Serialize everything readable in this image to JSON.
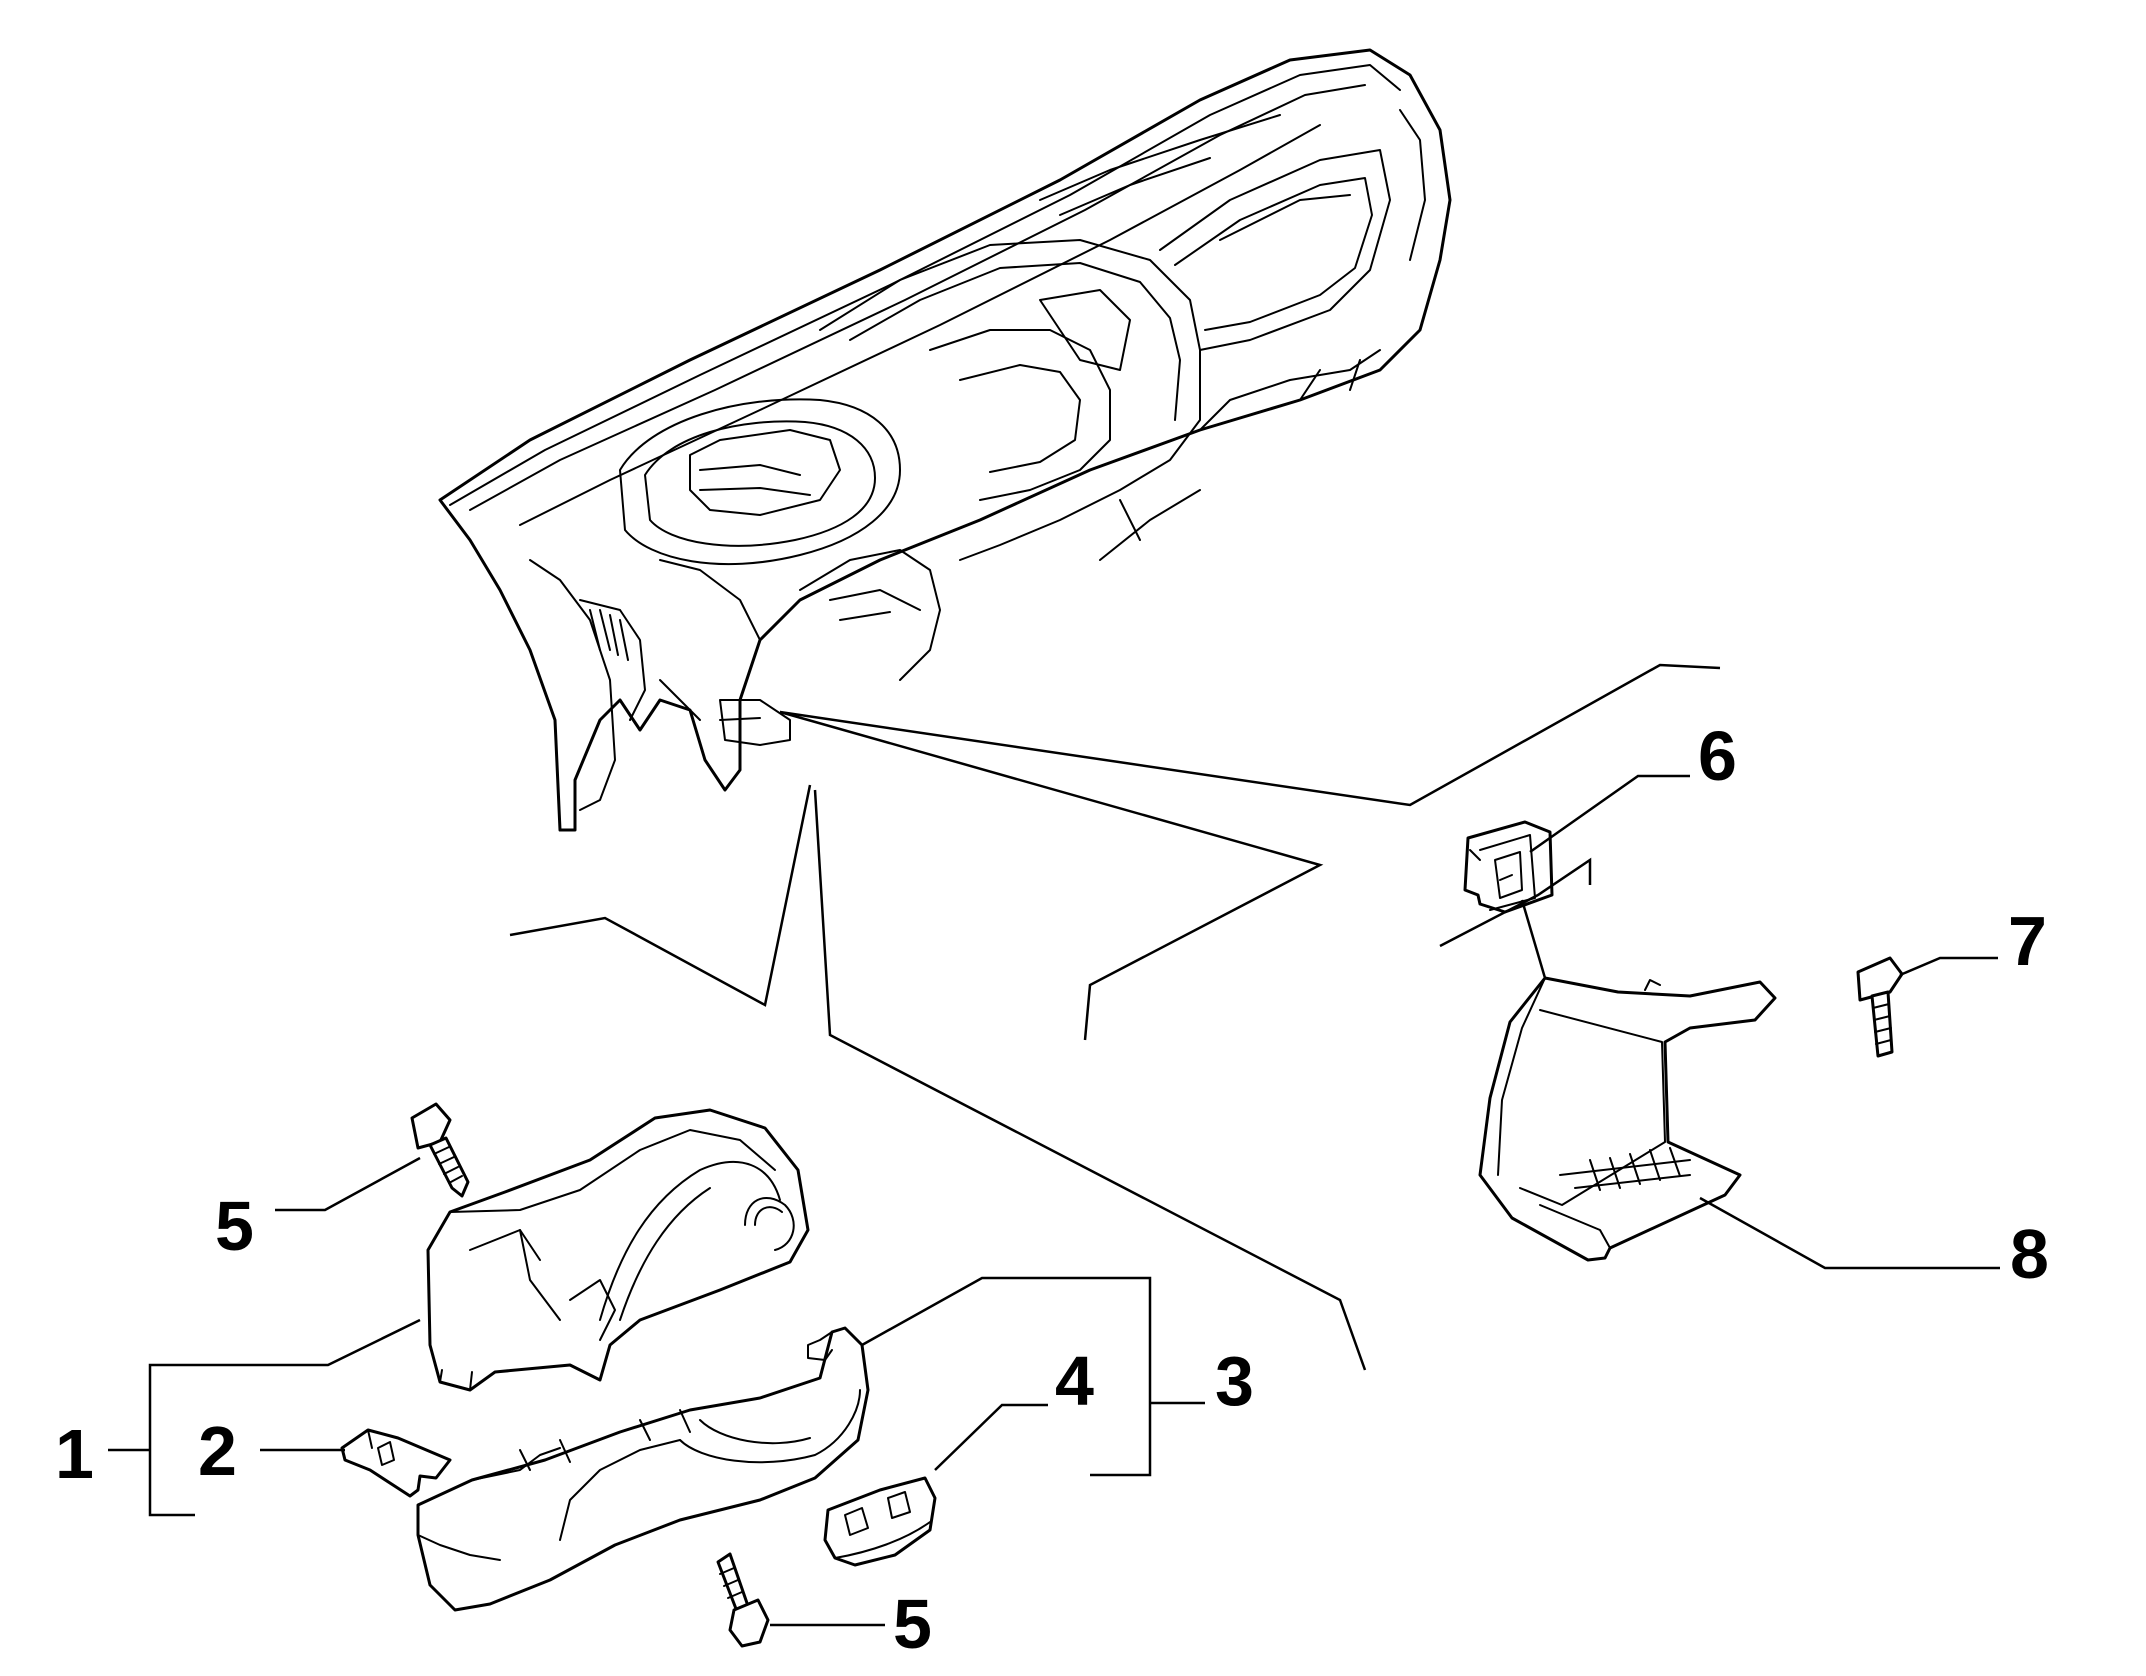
{
  "diagram": {
    "colors": {
      "line": "#000000",
      "background": "#ffffff"
    },
    "callouts": [
      {
        "id": "label-1",
        "text": "1"
      },
      {
        "id": "label-2",
        "text": "2"
      },
      {
        "id": "label-3",
        "text": "3"
      },
      {
        "id": "label-4",
        "text": "4"
      },
      {
        "id": "label-5-top",
        "text": "5"
      },
      {
        "id": "label-5-bottom",
        "text": "5"
      },
      {
        "id": "label-6",
        "text": "6"
      },
      {
        "id": "label-7",
        "text": "7"
      },
      {
        "id": "label-8",
        "text": "8"
      }
    ]
  }
}
